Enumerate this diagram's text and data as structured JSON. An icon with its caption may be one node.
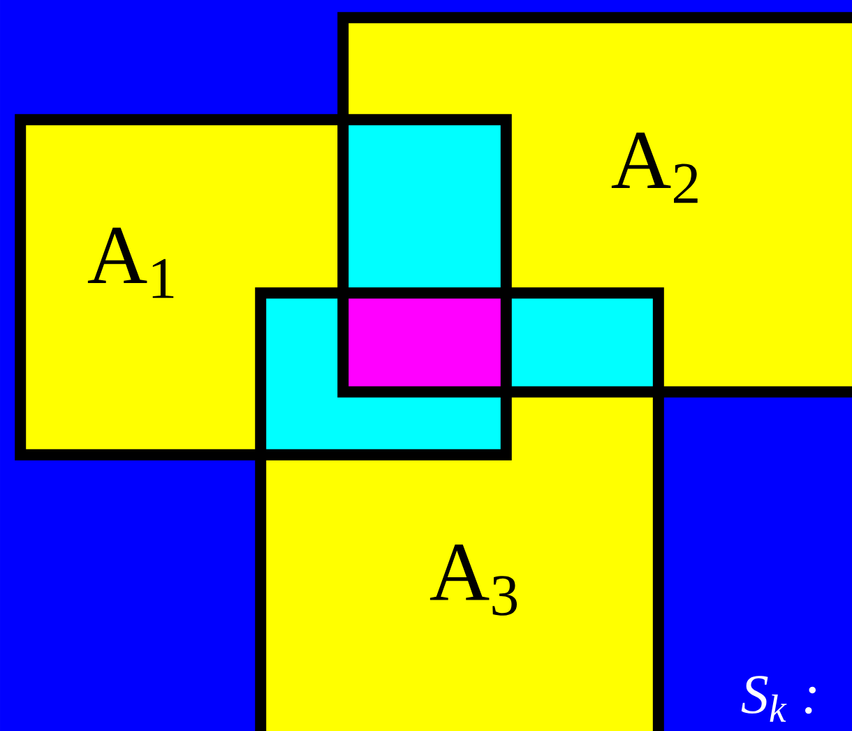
{
  "diagram": {
    "nodes": [
      {
        "text": [
          "A$_{1}$"
        ]
      },
      {
        "text": [
          "A$_{2}$"
        ]
      },
      {
        "text": [
          "A$_{3}$"
        ]
      }
    ],
    "labels": [
      "S$_{k}$ :"
    ]
  }
}
